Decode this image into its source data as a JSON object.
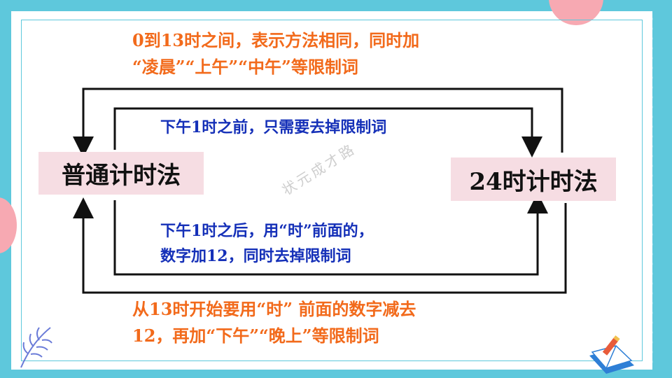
{
  "slide": {
    "top_text_line1": "0到13时之间，表示方法相同，同时加",
    "top_text_line2": "“凌晨”“上午”“中午”等限制词",
    "inner_top_text": "下午1时之前，只需要去掉限制词",
    "left_box": "普通计时法",
    "right_box": "24时计时法",
    "watermark": "状元成才路",
    "inner_bottom_line1": "下午1时之后，用“时”前面的，",
    "inner_bottom_line2": "数字加12，同时去掉限制词",
    "bottom_text_line1": "从13时开始要用“时” 前面的数字减去",
    "bottom_text_line2": "12，再加“下午”“晚上”等限制词"
  },
  "colors": {
    "background": "#5ec8dc",
    "orange_text": "#f26a1b",
    "blue_text": "#1530b8",
    "box_fill": "#f6dde3",
    "accent_pink": "#f7a9b2"
  },
  "icons": [
    "feather-decoration-icon",
    "book-pencil-icon"
  ]
}
